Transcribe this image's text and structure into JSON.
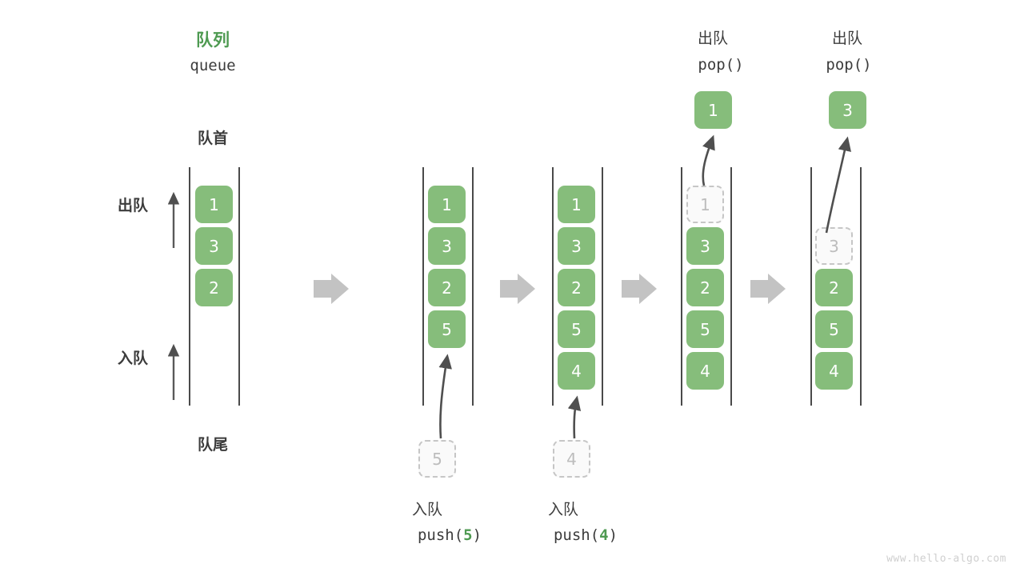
{
  "diagram": {
    "title_cn": "队列",
    "title_en": "queue",
    "front_label": "队首",
    "rear_label": "队尾",
    "dequeue_label": "出队",
    "enqueue_label": "入队",
    "watermark": "www.hello-algo.com",
    "accent_color": "#4e9a51",
    "element_color": "#86bd7b",
    "ghost_color": "#bdbdbd",
    "rail_color": "#4a4a4a",
    "arrow_color": "#c3c3c3"
  },
  "columns": [
    {
      "id": "initial",
      "cells": [
        {
          "value": "1",
          "ghost": false
        },
        {
          "value": "3",
          "ghost": false
        },
        {
          "value": "2",
          "ghost": false
        }
      ]
    },
    {
      "id": "after-push-5",
      "cells": [
        {
          "value": "1",
          "ghost": false
        },
        {
          "value": "3",
          "ghost": false
        },
        {
          "value": "2",
          "ghost": false
        },
        {
          "value": "5",
          "ghost": false
        }
      ]
    },
    {
      "id": "after-push-4",
      "cells": [
        {
          "value": "1",
          "ghost": false
        },
        {
          "value": "3",
          "ghost": false
        },
        {
          "value": "2",
          "ghost": false
        },
        {
          "value": "5",
          "ghost": false
        },
        {
          "value": "4",
          "ghost": false
        }
      ]
    },
    {
      "id": "pop-1",
      "cells": [
        {
          "value": "1",
          "ghost": true
        },
        {
          "value": "3",
          "ghost": false
        },
        {
          "value": "2",
          "ghost": false
        },
        {
          "value": "5",
          "ghost": false
        },
        {
          "value": "4",
          "ghost": false
        }
      ]
    },
    {
      "id": "pop-3",
      "cells": [
        {
          "value": "3",
          "ghost": true
        },
        {
          "value": "2",
          "ghost": false
        },
        {
          "value": "5",
          "ghost": false
        },
        {
          "value": "4",
          "ghost": false
        }
      ]
    }
  ],
  "operations": {
    "push_5": {
      "cn": "入队",
      "code_prefix": "push(",
      "code_arg": "5",
      "code_suffix": ")",
      "incoming_value": "5"
    },
    "push_4": {
      "cn": "入队",
      "code_prefix": "push(",
      "code_arg": "4",
      "code_suffix": ")",
      "incoming_value": "4"
    },
    "pop_1": {
      "cn": "出队",
      "code": "pop()",
      "popped_value": "1"
    },
    "pop_3": {
      "cn": "出队",
      "code": "pop()",
      "popped_value": "3"
    }
  }
}
